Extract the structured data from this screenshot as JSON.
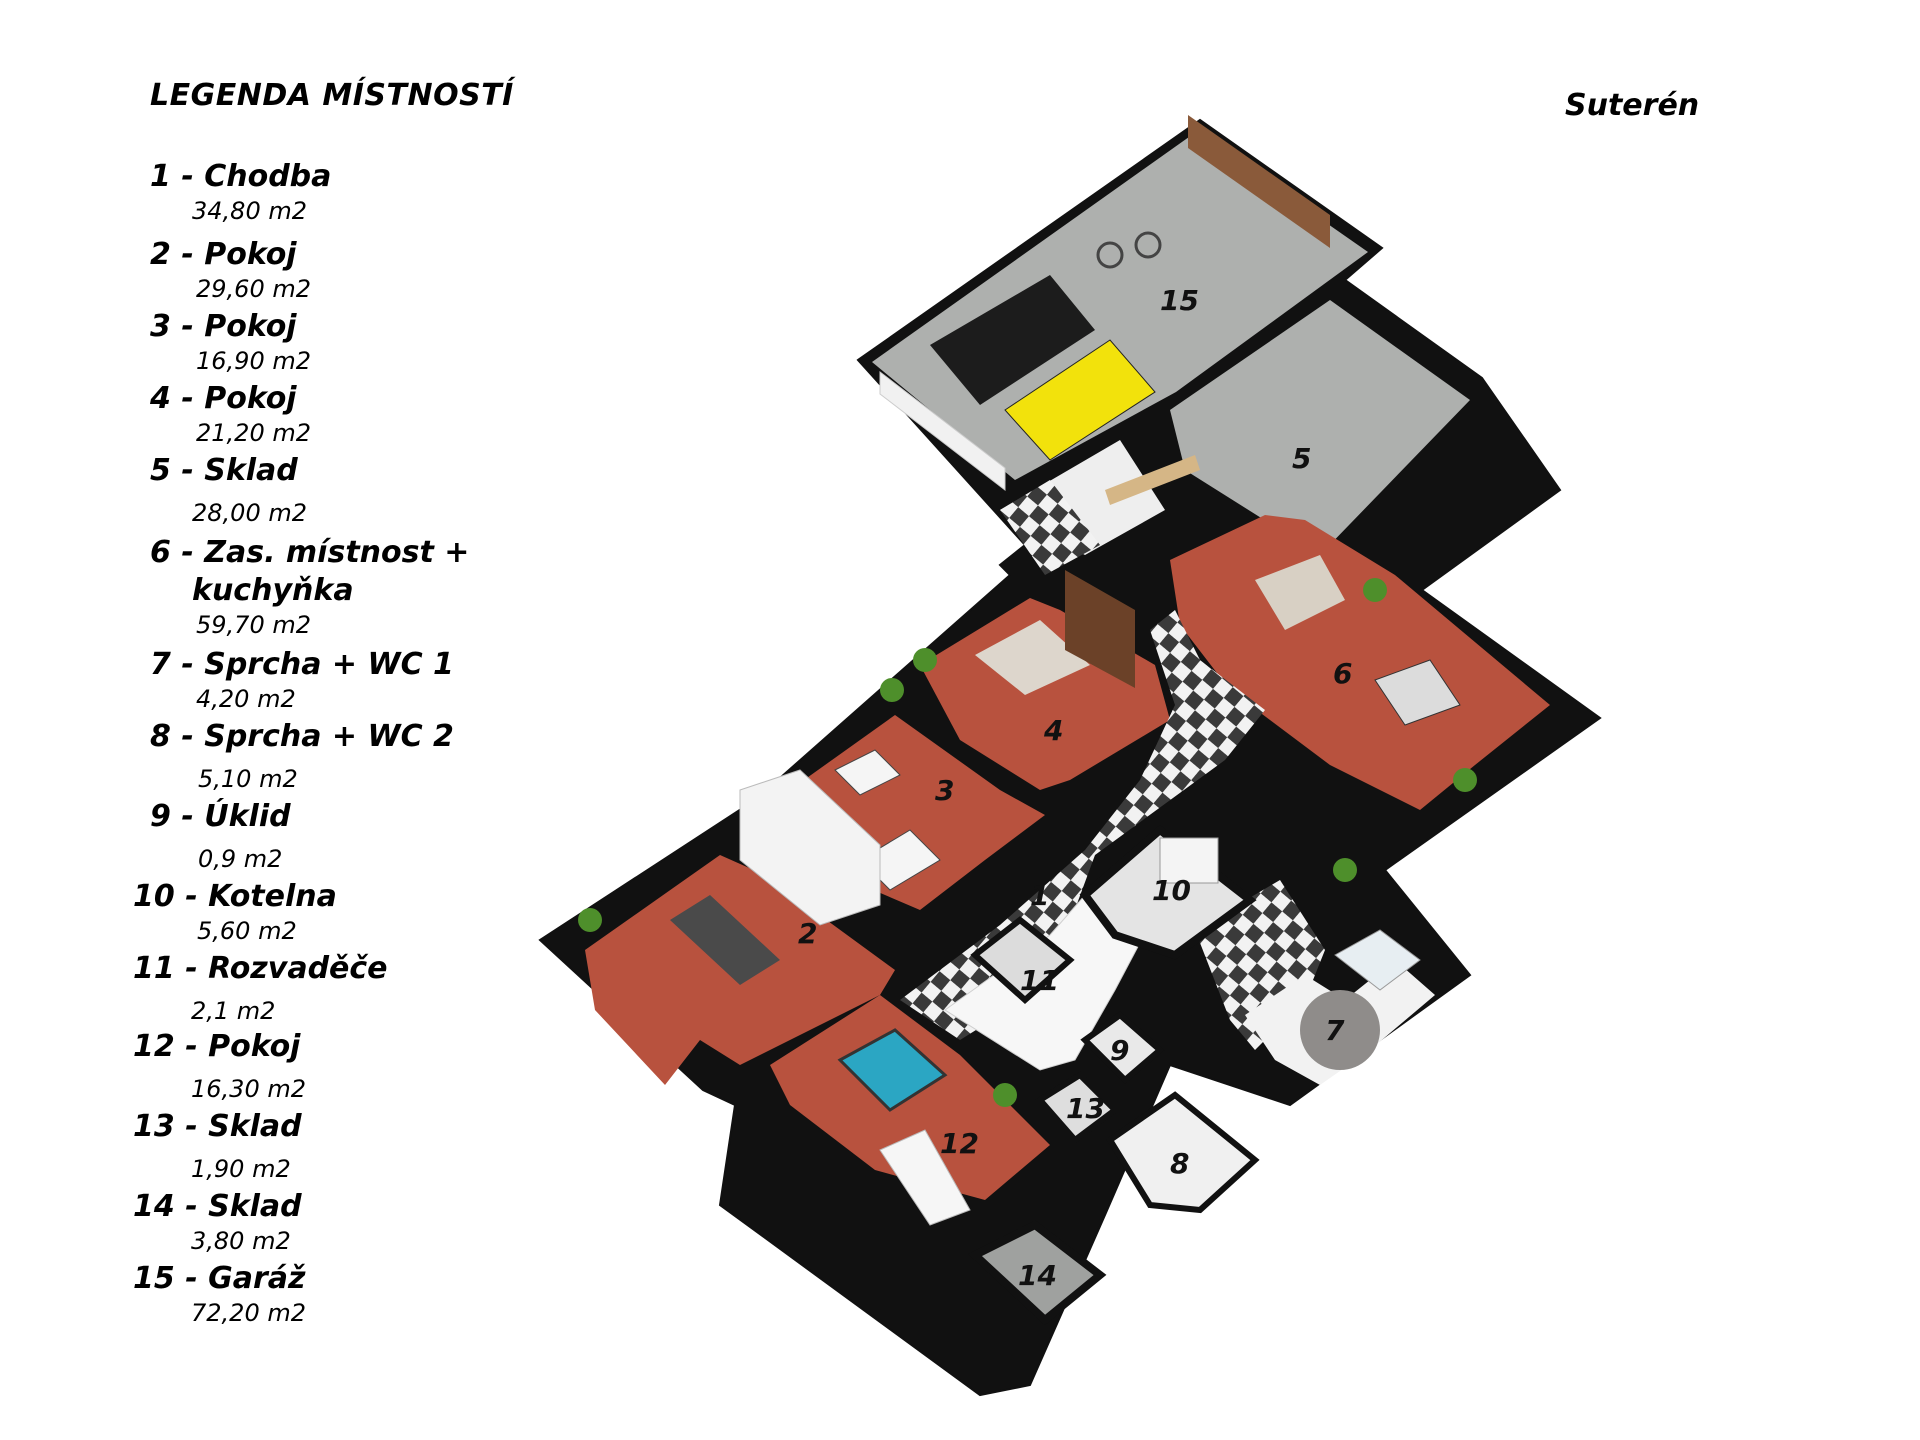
{
  "legend_title": "LEGENDA MÍSTNOSTÍ",
  "floor_label": "Suterén",
  "rooms": [
    {
      "number": "1",
      "prefix": "1 - ",
      "name": "Chodba",
      "name2": "",
      "area": "34,80 m2"
    },
    {
      "number": "2",
      "prefix": "2 - ",
      "name": "Pokoj",
      "name2": "",
      "area": "29,60 m2"
    },
    {
      "number": "3",
      "prefix": "3 - ",
      "name": "Pokoj",
      "name2": "",
      "area": "16,90 m2"
    },
    {
      "number": "4",
      "prefix": "4 - ",
      "name": "Pokoj",
      "name2": "",
      "area": "21,20 m2"
    },
    {
      "number": "5",
      "prefix": "5 - ",
      "name": "Sklad",
      "name2": "",
      "area": "28,00 m2"
    },
    {
      "number": "6",
      "prefix": "6 - ",
      "name": "Zas. místnost +",
      "name2": "kuchyňka",
      "area": "59,70 m2"
    },
    {
      "number": "7",
      "prefix": "7 - ",
      "name": "Sprcha + WC 1",
      "name2": "",
      "area": "4,20 m2"
    },
    {
      "number": "8",
      "prefix": "8 - ",
      "name": "Sprcha + WC 2",
      "name2": "",
      "area": "5,10 m2"
    },
    {
      "number": "9",
      "prefix": "9 - ",
      "name": "Úklid",
      "name2": "",
      "area": "0,9 m2"
    },
    {
      "number": "10",
      "prefix": "10 - ",
      "name": "Kotelna",
      "name2": "",
      "area": "5,60 m2"
    },
    {
      "number": "11",
      "prefix": "11 - ",
      "name": "Rozvaděče",
      "name2": "",
      "area": "2,1 m2"
    },
    {
      "number": "12",
      "prefix": "12 - ",
      "name": "Pokoj",
      "name2": "",
      "area": "16,30 m2"
    },
    {
      "number": "13",
      "prefix": "13 - ",
      "name": "Sklad",
      "name2": "",
      "area": "1,90 m2"
    },
    {
      "number": "14",
      "prefix": "14 - ",
      "name": "Sklad",
      "name2": "",
      "area": "3,80 m2"
    },
    {
      "number": "15",
      "prefix": "15 - ",
      "name": "Garáž",
      "name2": "",
      "area": "72,20 m2"
    }
  ],
  "colors": {
    "floor_red": "#b8523e",
    "floor_grey": "#aeb0ae",
    "wall": "#111111",
    "wall_side": "#e9e9e9",
    "checker_dark": "#3a3a3a",
    "checker_light": "#f2f2f2",
    "car_black": "#1c1c1c",
    "car_yellow": "#f2e20c"
  }
}
